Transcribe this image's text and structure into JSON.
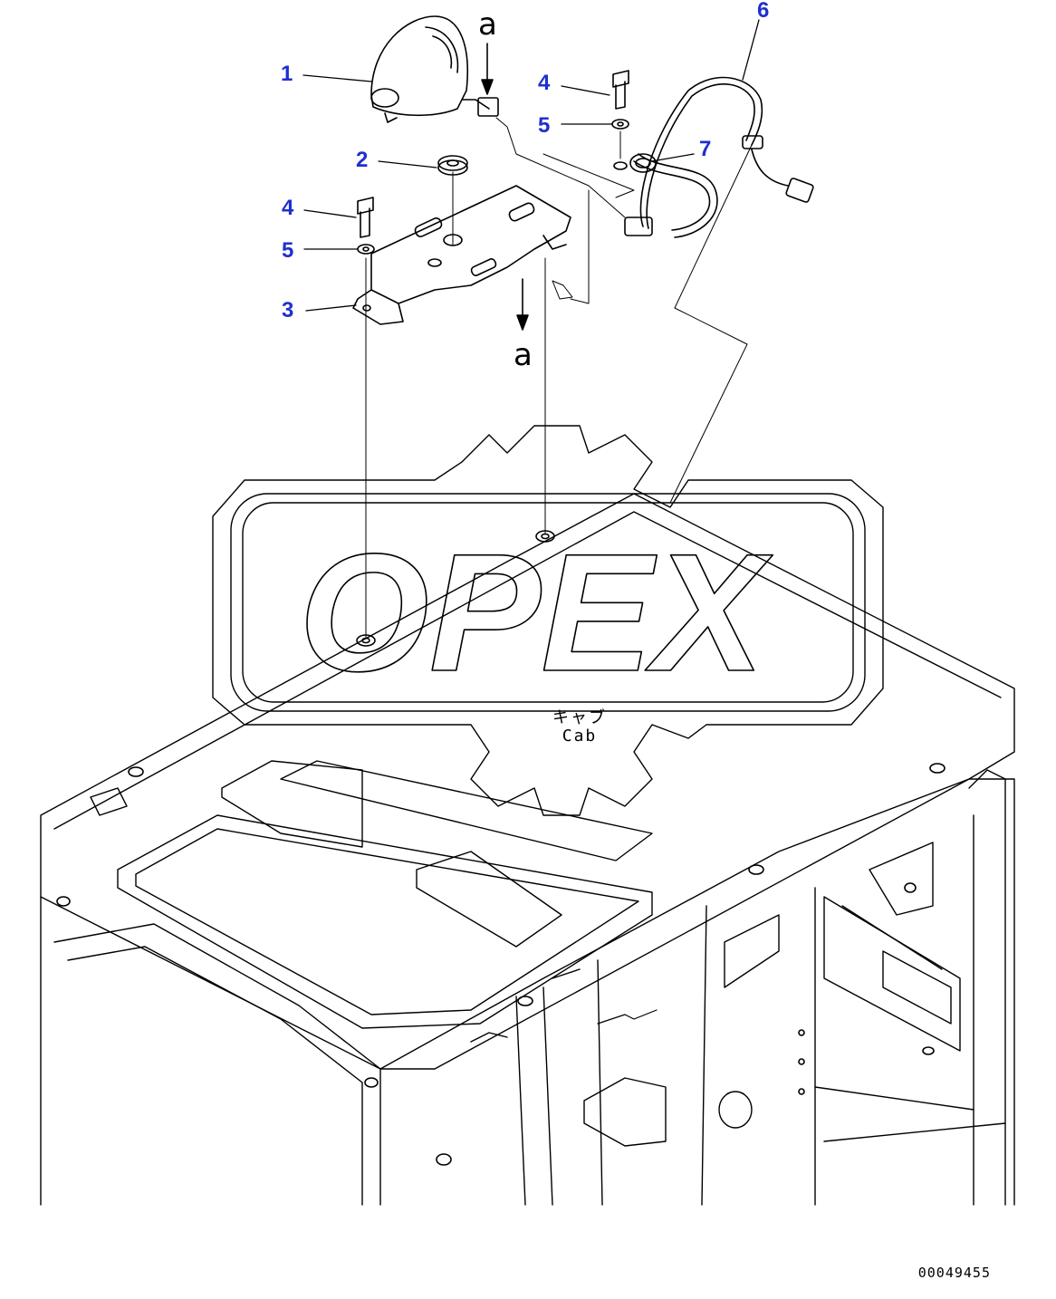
{
  "callouts": {
    "c1": "1",
    "c2": "2",
    "c3": "3",
    "c4a": "4",
    "c4b": "4",
    "c5a": "5",
    "c5b": "5",
    "c6": "6",
    "c7": "7"
  },
  "view_labels": {
    "a_top": "a",
    "a_bottom": "a"
  },
  "cab_label": {
    "jp": "キャブ",
    "en": "Cab"
  },
  "watermark": {
    "text": "OPEX"
  },
  "drawing_number": "00049455",
  "colors": {
    "callout": "#1f2fd0",
    "line": "#000000",
    "watermark": "#000000"
  }
}
